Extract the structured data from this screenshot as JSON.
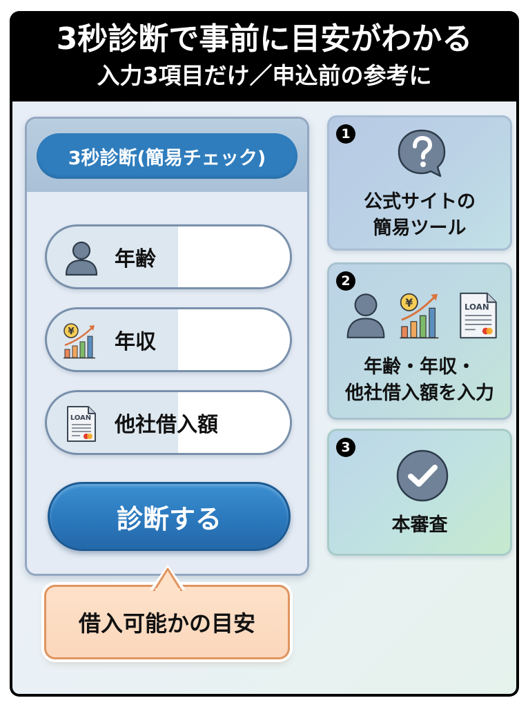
{
  "header": {
    "title": "3秒診断で事前に目安がわかる",
    "subtitle": "入力3項目だけ／申込前の参考に"
  },
  "panel": {
    "title": "3秒診断(簡易チェック)",
    "fields": [
      {
        "label": "年齢",
        "icon": "person-icon",
        "value": ""
      },
      {
        "label": "年収",
        "icon": "yen-growth-chart-icon",
        "value": ""
      },
      {
        "label": "他社借入額",
        "icon": "loan-document-icon",
        "value": ""
      }
    ],
    "button_label": "診断する",
    "callout": "借入可能かの目安",
    "loan_doc_text": "LOAN",
    "yen_symbol": "¥"
  },
  "steps": [
    {
      "number": "1",
      "icon": "question-bubble-icon",
      "line1": "公式サイトの",
      "line2": "簡易ツール"
    },
    {
      "number": "2",
      "icons": [
        "person-icon",
        "yen-growth-chart-icon",
        "loan-document-icon"
      ],
      "line1": "年齢・年収・",
      "line2": "他社借入額を入力"
    },
    {
      "number": "3",
      "icon": "checkmark-circle-icon",
      "line1": "本審査"
    }
  ],
  "colors": {
    "frame": "#000000",
    "primary_blue": "#2f7dbd",
    "callout_border": "#e0945f",
    "callout_fill": "#fde1c8",
    "icon_gray": "#6f8298"
  }
}
